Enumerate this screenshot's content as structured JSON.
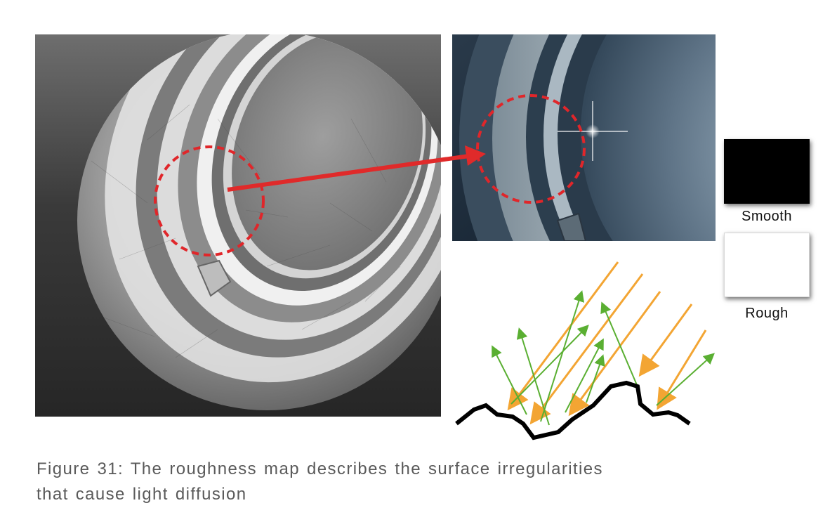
{
  "swatches": {
    "smooth": {
      "label": "Smooth",
      "color": "#000000"
    },
    "rough": {
      "label": "Rough",
      "color": "#ffffff"
    }
  },
  "caption": {
    "line1": "Figure 31: The roughness map describes the surface irregularities",
    "line2": "that cause light diffusion"
  },
  "colors": {
    "highlight_circle": "#e0262a",
    "arrow": "#e02a2a",
    "incident_light": "#f3a533",
    "reflected_light": "#5aaf32",
    "surface": "#000000"
  }
}
